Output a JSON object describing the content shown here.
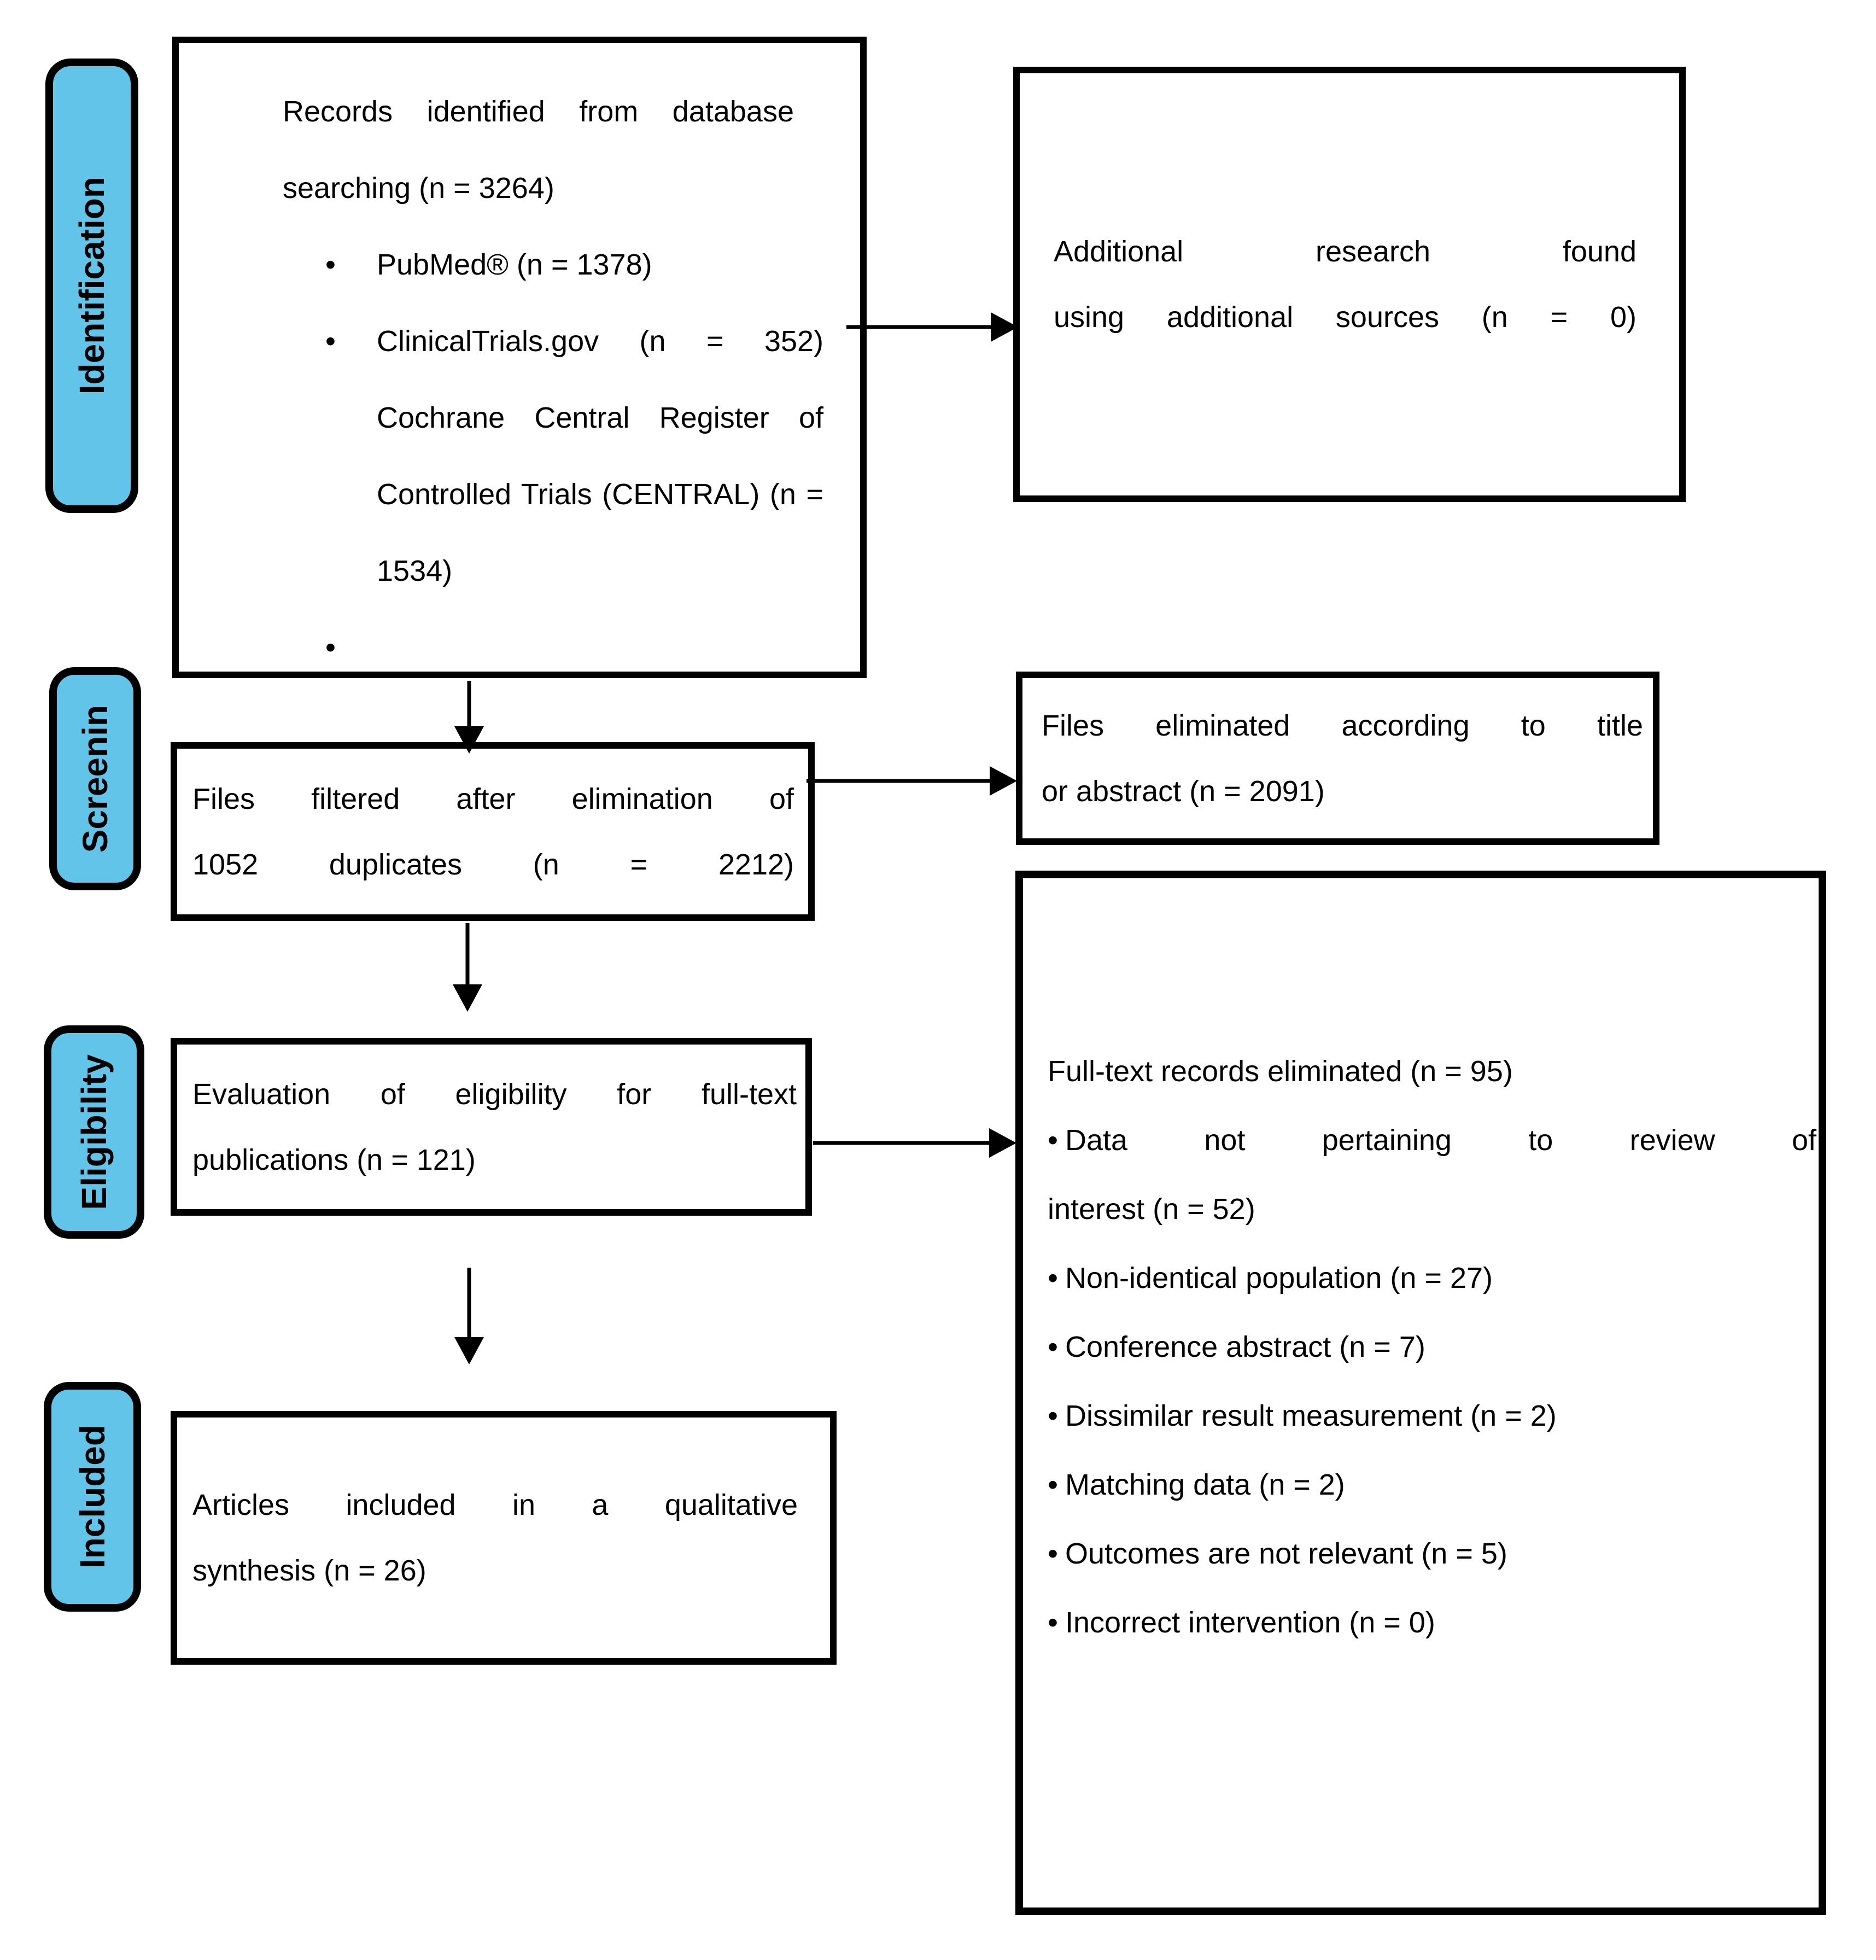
{
  "colors": {
    "stage_fill": "#62C4E9",
    "line": "#000000",
    "box_bg": "#FFFFFF",
    "page_bg": "#FFFFFF"
  },
  "stages": [
    {
      "label": "Identification"
    },
    {
      "label": "Screenin"
    },
    {
      "label": "Eligibility"
    },
    {
      "label": "Included"
    }
  ],
  "records_box": {
    "line1": "Records identified from database",
    "line2": "searching (n = 3264)",
    "bullets": [
      "PubMed® (n = 1378)",
      "ClinicalTrials.gov (n = 352) Cochrane Central Register of Controlled Trials (CENTRAL) (n = 1534)",
      ""
    ]
  },
  "filtered_box": {
    "line1": "Files filtered after elimination of",
    "line2": "1052 duplicates (n = 2212)"
  },
  "evaluation_box": {
    "line1": "Evaluation of eligibility for full-text",
    "line2": "publications (n = 121)"
  },
  "included_box": {
    "line1": "Articles included in a qualitative",
    "line2": "synthesis (n = 26)"
  },
  "additional_box": {
    "line1": "Additional research found",
    "line2": "using additional sources (n = 0)"
  },
  "title_filter_box": {
    "line1": "Files eliminated according to title",
    "line2": "or abstract (n = 2091)"
  },
  "fulltext_box": {
    "title": "Full-text records eliminated (n = 95)",
    "reasons": [
      {
        "line1": "Data not pertaining to review of",
        "line2": "interest (n = 52)"
      },
      {
        "line1": "Non-identical population (n = 27)",
        "line2": ""
      },
      {
        "line1": "Conference abstract (n = 7)",
        "line2": ""
      },
      {
        "line1": "Dissimilar result measurement (n = 2)",
        "line2": ""
      },
      {
        "line1": "Matching data (n = 2)",
        "line2": ""
      },
      {
        "line1": "Outcomes are not relevant (n = 5)",
        "line2": ""
      },
      {
        "line1": "Incorrect intervention (n = 0)",
        "line2": ""
      }
    ]
  }
}
